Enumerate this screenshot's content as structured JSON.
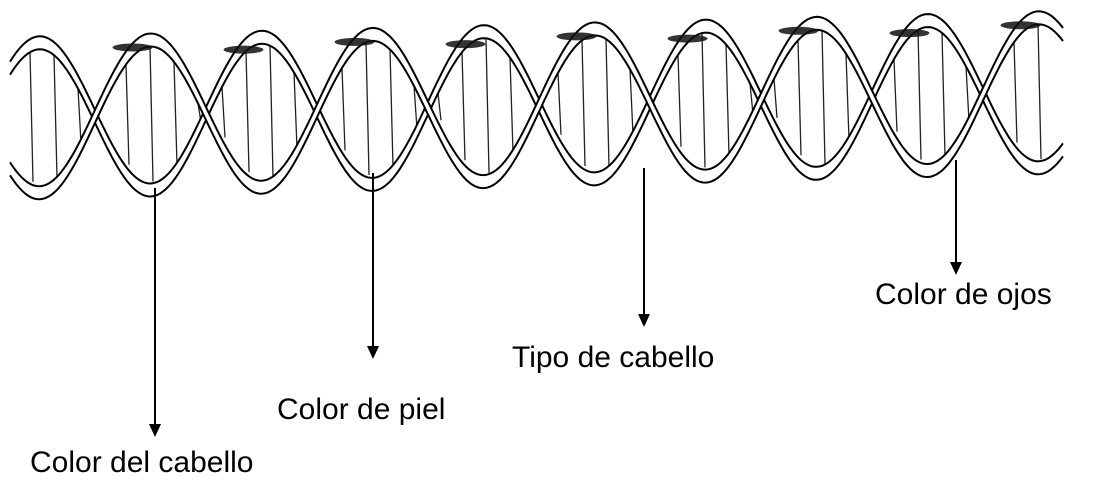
{
  "diagram": {
    "labels": [
      "Color del cabello",
      "Color de piel",
      "Tipo de cabello",
      "Color de ojos"
    ]
  }
}
